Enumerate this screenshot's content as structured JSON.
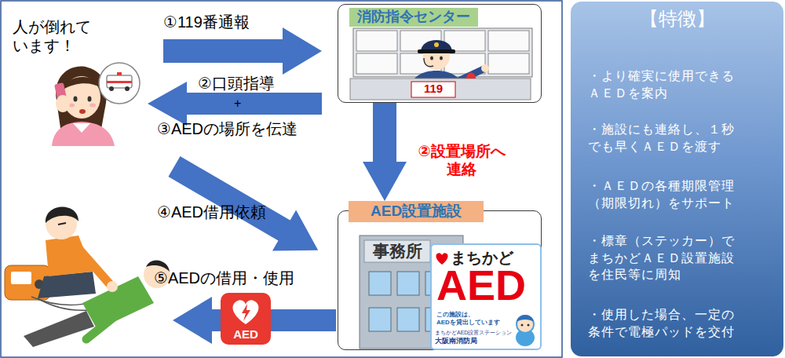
{
  "diagram": {
    "nodes": [
      {
        "text": [
          "消防指令センター"
        ]
      },
      {
        "text": [
          "AED設置施設"
        ]
      },
      {
        "text": [
          "まちかど",
          "AED",
          "この施設は、 AEDを貸出しています",
          "まちかどAED設置ステーション",
          "大阪南消防局"
        ],
        "in": 1
      },
      {
        "text": [
          "AED"
        ]
      },
      {
        "text": [
          "【特徴】",
          "・より確実に使用できる ＡＥＤを案内",
          "・施設にも連絡し、１秒 でも早くＡＥＤを渡す",
          "・ＡＥＤの各種期限管理 （期限切れ）をサポート",
          "・標章（ステッカー）で まちかどＡＥＤ設置施設 を住民等に周知",
          "・使用した場合、一定の 条件で電極パッドを交付"
        ]
      }
    ],
    "edges": [
      {
        "from": 0,
        "to": 1,
        "arrow": "to",
        "label": "②設置場所へ 連絡"
      }
    ],
    "labels": [
      "人が倒れて います！",
      "①119番通報",
      "②口頭指導",
      "+",
      "③AEDの場所を伝達",
      "④AED借用依頼",
      "⑤AEDの借用・使用",
      "119",
      "事務所"
    ]
  }
}
